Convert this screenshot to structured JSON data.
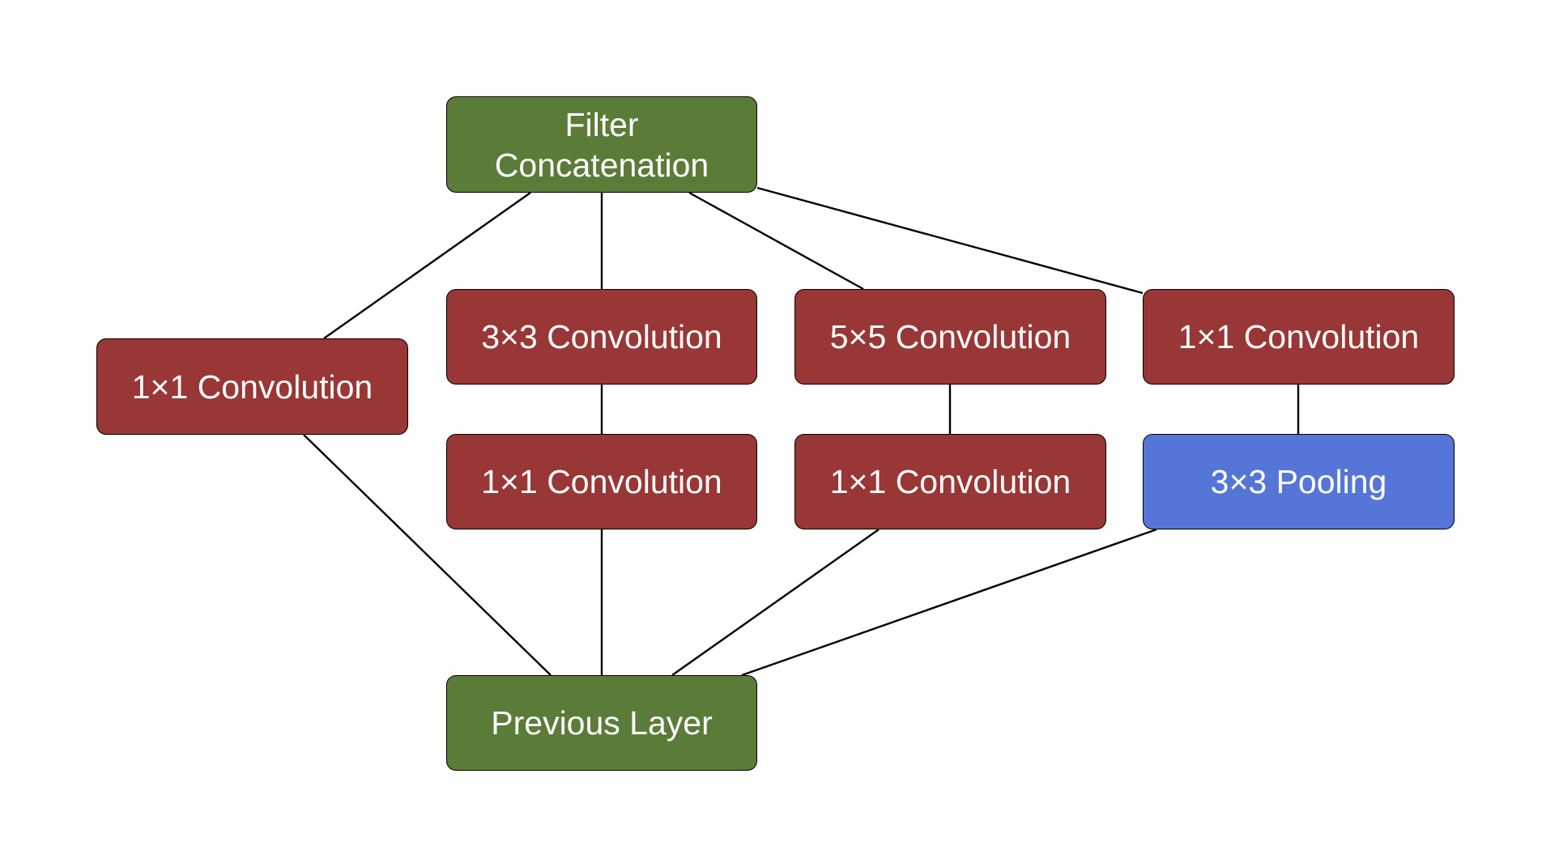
{
  "colors": {
    "layer_node": "#5a7c38",
    "convolution_node": "#993636",
    "pooling_node": "#5576d8",
    "edge": "#000000",
    "background": "#ffffff"
  },
  "nodes": {
    "filter_concatenation": {
      "line1": "Filter",
      "line2": "Concatenation"
    },
    "conv_1x1_branch_a": {
      "label": "1×1 Convolution"
    },
    "conv_3x3": {
      "label": "3×3 Convolution"
    },
    "conv_5x5": {
      "label": "5×5 Convolution"
    },
    "conv_1x1_branch_d": {
      "label": "1×1 Convolution"
    },
    "conv_1x1_reduce_b": {
      "label": "1×1 Convolution"
    },
    "conv_1x1_reduce_c": {
      "label": "1×1 Convolution"
    },
    "pooling_3x3": {
      "label": "3×3 Pooling"
    },
    "previous_layer": {
      "label": "Previous Layer"
    }
  },
  "edges": [
    {
      "from": "previous_layer",
      "to": "conv_1x1_branch_a"
    },
    {
      "from": "previous_layer",
      "to": "conv_1x1_reduce_b"
    },
    {
      "from": "previous_layer",
      "to": "conv_1x1_reduce_c"
    },
    {
      "from": "previous_layer",
      "to": "pooling_3x3"
    },
    {
      "from": "conv_1x1_reduce_b",
      "to": "conv_3x3"
    },
    {
      "from": "conv_1x1_reduce_c",
      "to": "conv_5x5"
    },
    {
      "from": "pooling_3x3",
      "to": "conv_1x1_branch_d"
    },
    {
      "from": "conv_1x1_branch_a",
      "to": "filter_concatenation"
    },
    {
      "from": "conv_3x3",
      "to": "filter_concatenation"
    },
    {
      "from": "conv_5x5",
      "to": "filter_concatenation"
    },
    {
      "from": "conv_1x1_branch_d",
      "to": "filter_concatenation"
    }
  ]
}
